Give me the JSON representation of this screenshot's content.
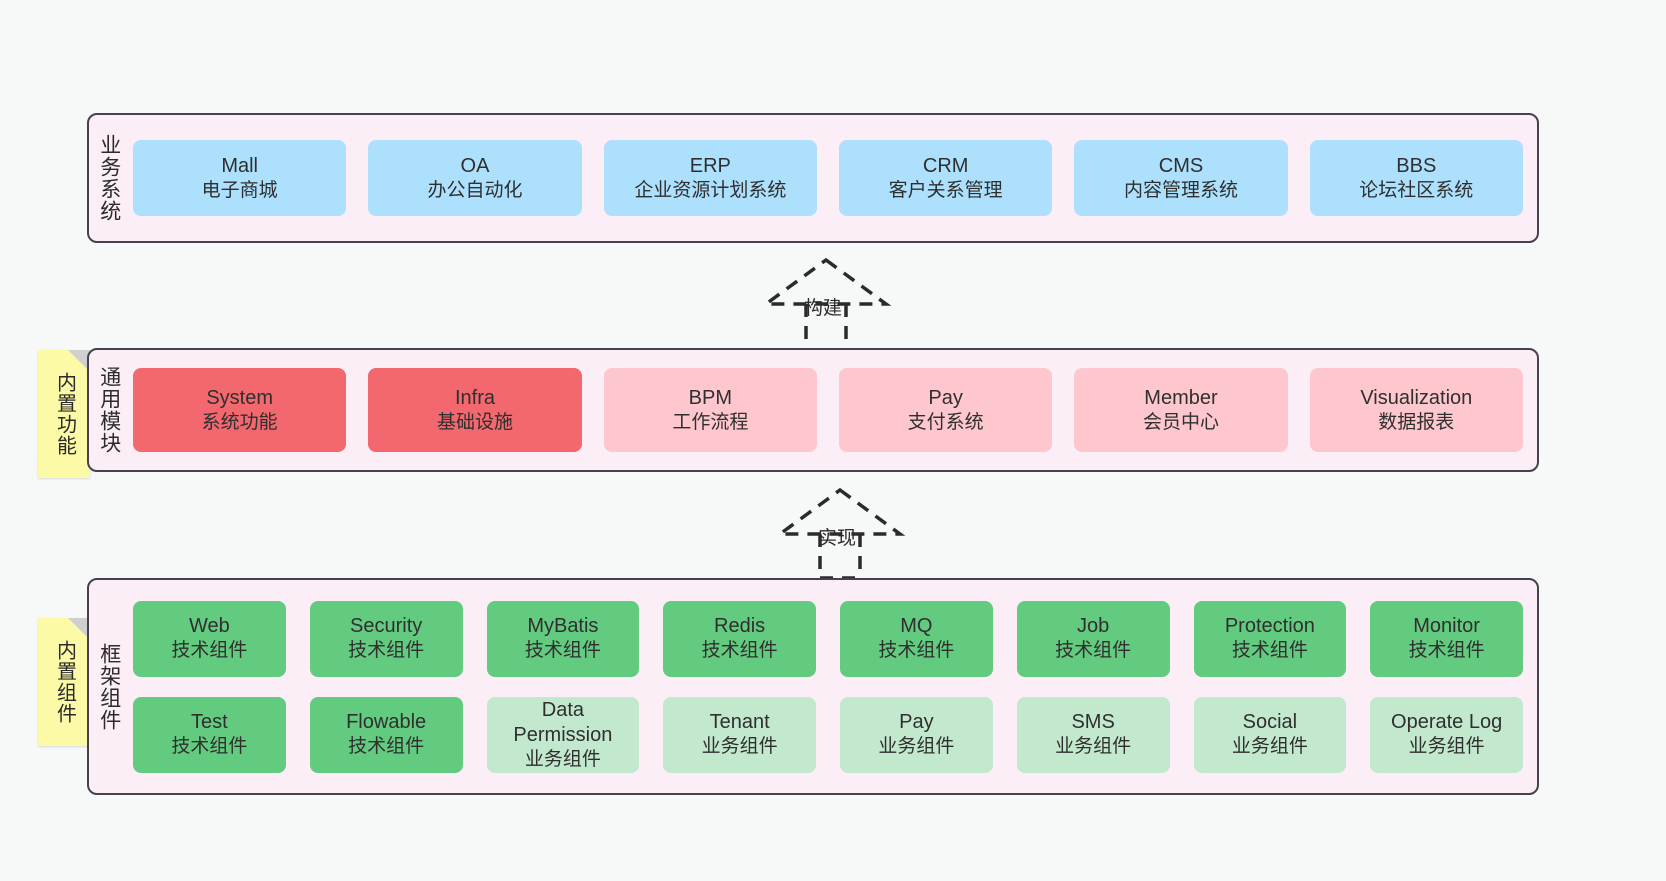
{
  "diagram": {
    "background_color": "#f7f8f8",
    "band_fill": "#fbeef6",
    "band_border": "#45424e",
    "sticky_color": "#fcfaa6"
  },
  "layers": [
    {
      "id": "business",
      "label": "业务系统",
      "node_color": "#ace0fd",
      "nodes": [
        {
          "name": "Mall",
          "desc": "电子商城"
        },
        {
          "name": "OA",
          "desc": "办公自动化"
        },
        {
          "name": "ERP",
          "desc": "企业资源计划系统"
        },
        {
          "name": "CRM",
          "desc": "客户关系管理"
        },
        {
          "name": "CMS",
          "desc": "内容管理系统"
        },
        {
          "name": "BBS",
          "desc": "论坛社区系统"
        }
      ]
    },
    {
      "id": "common",
      "label": "通用模块",
      "sticky": "内置功能",
      "node_color_primary": "#f2686e",
      "node_color_secondary": "#fec7ce",
      "nodes": [
        {
          "name": "System",
          "desc": "系统功能",
          "style": "red"
        },
        {
          "name": "Infra",
          "desc": "基础设施",
          "style": "red"
        },
        {
          "name": "BPM",
          "desc": "工作流程",
          "style": "pink"
        },
        {
          "name": "Pay",
          "desc": "支付系统",
          "style": "pink"
        },
        {
          "name": "Member",
          "desc": "会员中心",
          "style": "pink"
        },
        {
          "name": "Visualization",
          "desc": "数据报表",
          "style": "pink"
        }
      ]
    },
    {
      "id": "framework",
      "label": "框架组件",
      "sticky": "内置组件",
      "node_color_tech": "#63cb7f",
      "node_color_biz": "#c2e9cd",
      "rows": [
        [
          {
            "name": "Web",
            "desc": "技术组件",
            "style": "green"
          },
          {
            "name": "Security",
            "desc": "技术组件",
            "style": "green"
          },
          {
            "name": "MyBatis",
            "desc": "技术组件",
            "style": "green"
          },
          {
            "name": "Redis",
            "desc": "技术组件",
            "style": "green"
          },
          {
            "name": "MQ",
            "desc": "技术组件",
            "style": "green"
          },
          {
            "name": "Job",
            "desc": "技术组件",
            "style": "green"
          },
          {
            "name": "Protection",
            "desc": "技术组件",
            "style": "green"
          },
          {
            "name": "Monitor",
            "desc": "技术组件",
            "style": "green"
          }
        ],
        [
          {
            "name": "Test",
            "desc": "技术组件",
            "style": "green"
          },
          {
            "name": "Flowable",
            "desc": "技术组件",
            "style": "green"
          },
          {
            "name": "Data Permission",
            "desc": "业务组件",
            "style": "lgreen"
          },
          {
            "name": "Tenant",
            "desc": "业务组件",
            "style": "lgreen"
          },
          {
            "name": "Pay",
            "desc": "业务组件",
            "style": "lgreen"
          },
          {
            "name": "SMS",
            "desc": "业务组件",
            "style": "lgreen"
          },
          {
            "name": "Social",
            "desc": "业务组件",
            "style": "lgreen"
          },
          {
            "name": "Operate Log",
            "desc": "业务组件",
            "style": "lgreen"
          }
        ]
      ]
    }
  ],
  "connectors": [
    {
      "id": "build",
      "label": "构建"
    },
    {
      "id": "implement",
      "label": "实现"
    }
  ]
}
